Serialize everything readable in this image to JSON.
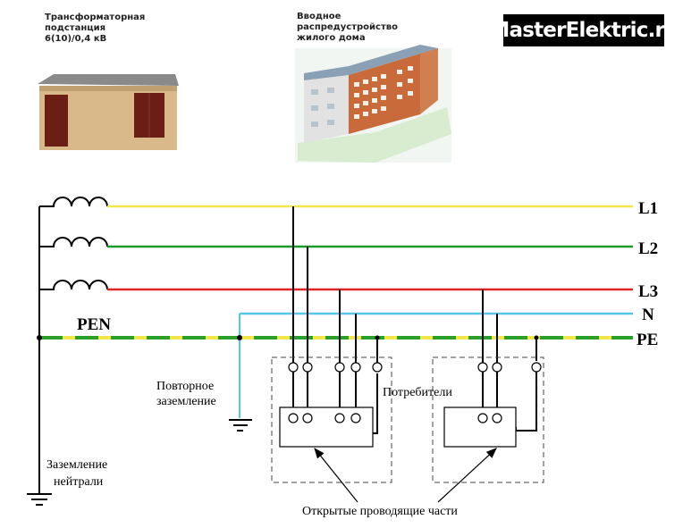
{
  "substation": {
    "caption": "Трансформаторная\nподстанция\n6(10)/0,4 кВ"
  },
  "building": {
    "caption": "Вводное\nраспредустройство\nжилого дома"
  },
  "brand": {
    "text": "MasterElektric.ru"
  },
  "lines": {
    "l1": "L1",
    "l2": "L2",
    "l3": "L3",
    "n": "N",
    "pe": "PE",
    "pen": "PEN"
  },
  "labels": {
    "repeat_ground_line1": "Повторное",
    "repeat_ground_line2": "заземление",
    "consumers": "Потребители",
    "neutral_ground_line1": "Заземление",
    "neutral_ground_line2": "нейтрали",
    "open_parts": "Открытые проводящие части"
  },
  "colors": {
    "l1": "#f2e64a",
    "l2": "#1a9a2a",
    "l3": "#e02424",
    "n": "#55c8ea",
    "pe_green": "#2aa02a",
    "pe_yellow": "#f2e64a"
  }
}
